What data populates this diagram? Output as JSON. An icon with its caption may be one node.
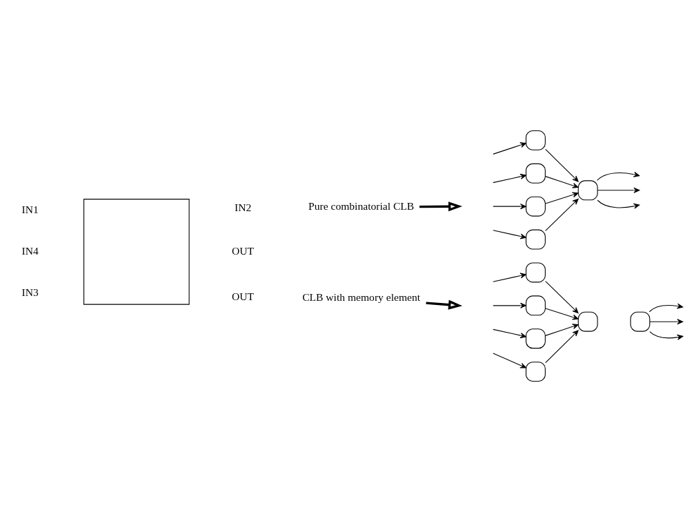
{
  "diagram": {
    "nodes": [
      {
        "text": [],
        "shape": "box"
      },
      {
        "text": [
          "IN1"
        ]
      },
      {
        "text": [
          "IN2"
        ]
      },
      {
        "text": [
          "IN4"
        ]
      },
      {
        "text": [
          "OUT"
        ]
      },
      {
        "text": [
          "IN3"
        ]
      },
      {
        "text": [
          "OUT"
        ]
      },
      {
        "text": [
          "Pure combinatorial CLB"
        ]
      },
      {
        "text": [],
        "shape": "box"
      },
      {
        "text": [],
        "shape": "box"
      },
      {
        "text": [],
        "shape": "box"
      },
      {
        "text": [],
        "shape": "box"
      },
      {
        "text": [],
        "shape": "box"
      },
      {
        "text": [
          "CLB with memory element"
        ]
      },
      {
        "text": [],
        "shape": "box"
      },
      {
        "text": [],
        "shape": "box"
      },
      {
        "text": [],
        "shape": "box"
      },
      {
        "text": [],
        "shape": "box"
      },
      {
        "text": [],
        "shape": "box"
      },
      {
        "text": [],
        "shape": "box"
      }
    ],
    "edges": [
      {
        "from": 7,
        "to": null,
        "arrow": "to",
        "style": "thick"
      },
      {
        "from": null,
        "to": 8,
        "arrow": "to"
      },
      {
        "from": null,
        "to": 9,
        "arrow": "to"
      },
      {
        "from": null,
        "to": 10,
        "arrow": "to"
      },
      {
        "from": null,
        "to": 11,
        "arrow": "to"
      },
      {
        "from": 8,
        "to": 12,
        "arrow": "to"
      },
      {
        "from": 9,
        "to": 12,
        "arrow": "to"
      },
      {
        "from": 10,
        "to": 12,
        "arrow": "to"
      },
      {
        "from": 11,
        "to": 12,
        "arrow": "to"
      },
      {
        "from": 12,
        "to": null,
        "arrow": "to"
      },
      {
        "from": 12,
        "to": null,
        "arrow": "to"
      },
      {
        "from": 12,
        "to": null,
        "arrow": "to"
      },
      {
        "from": 13,
        "to": null,
        "arrow": "to",
        "style": "thick"
      },
      {
        "from": null,
        "to": 14,
        "arrow": "to"
      },
      {
        "from": null,
        "to": 15,
        "arrow": "to"
      },
      {
        "from": null,
        "to": 16,
        "arrow": "to"
      },
      {
        "from": null,
        "to": 17,
        "arrow": "to"
      },
      {
        "from": 14,
        "to": 18,
        "arrow": "to"
      },
      {
        "from": 15,
        "to": 18,
        "arrow": "to"
      },
      {
        "from": 16,
        "to": 18,
        "arrow": "to"
      },
      {
        "from": 17,
        "to": 18,
        "arrow": "to"
      },
      {
        "from": 19,
        "to": null,
        "arrow": "to"
      },
      {
        "from": 19,
        "to": null,
        "arrow": "to"
      },
      {
        "from": 19,
        "to": null,
        "arrow": "to"
      }
    ]
  }
}
